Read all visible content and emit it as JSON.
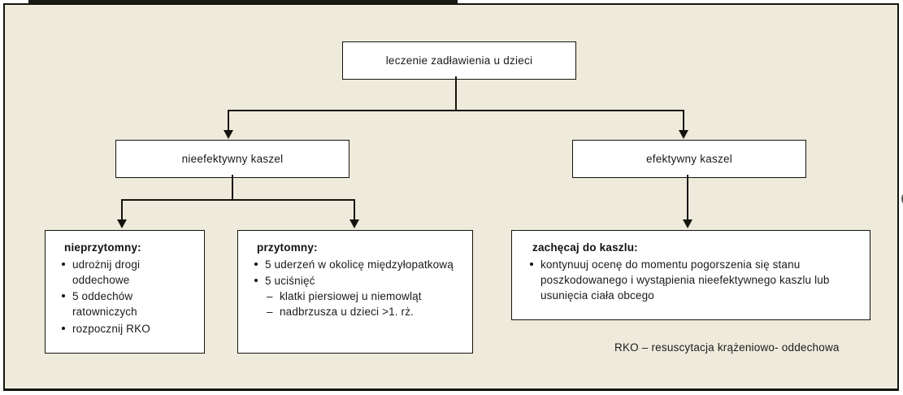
{
  "diagram": {
    "title_box": {
      "label": "leczenie zadławienia  u dzieci"
    },
    "level2": [
      {
        "id": "ineffective",
        "label": "nieefektywny  kaszel"
      },
      {
        "id": "effective",
        "label": "efektywny  kaszel"
      }
    ],
    "level3": [
      {
        "id": "unconscious",
        "heading": "nieprzytomny:",
        "bullets": [
          "udrożnij  drogi oddechowe",
          "5 oddechów ratowniczych",
          "rozpocznij  RKO"
        ]
      },
      {
        "id": "conscious",
        "heading": "przytomny:",
        "bullets": [
          "5 uderzeń  w okolicę międzyłopatkową",
          "5 uciśnięć"
        ],
        "sub_bullets": [
          "klatki  piersiowej  u niemowląt",
          "nadbrzusza  u dzieci  >1. rż."
        ]
      },
      {
        "id": "encourage",
        "heading": "zachęcaj  do kaszlu:",
        "bullets": [
          "kontynuuj  ocenę do momentu pogorszenia  się stanu poszkodowanego  i wystąpienia  nieefektywnego kaszlu  lub usunięcia  ciała obcego"
        ]
      }
    ],
    "footnote": "RKO – resuscytacja  krążeniowo- oddechowa",
    "colors": {
      "background": "#efebdc",
      "box_fill": "#ffffff",
      "line": "#14140e",
      "text": "#1a1a1a"
    }
  }
}
